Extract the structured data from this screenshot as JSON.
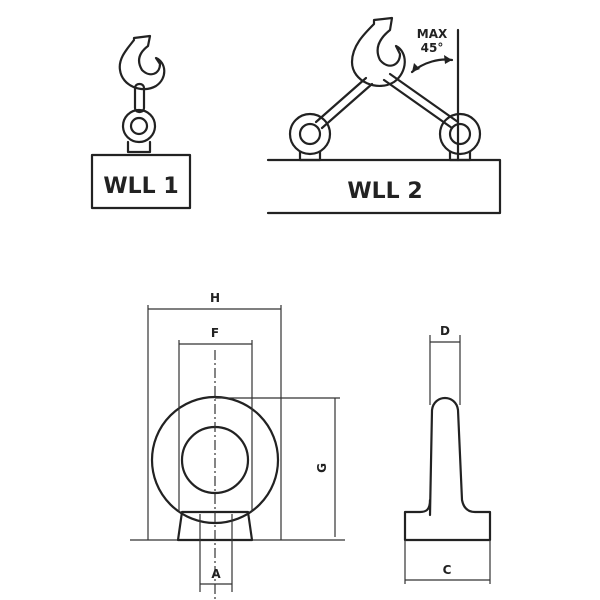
{
  "top": {
    "single_lift_label": "WLL 1",
    "double_lift_label": "WLL 2",
    "angle_max_label": "MAX",
    "angle_value_label": "45°"
  },
  "dimensions": {
    "h": "H",
    "f": "F",
    "g": "G",
    "a": "A",
    "d": "D",
    "c": "C"
  },
  "colors": {
    "line": "#222222",
    "background": "#ffffff"
  }
}
